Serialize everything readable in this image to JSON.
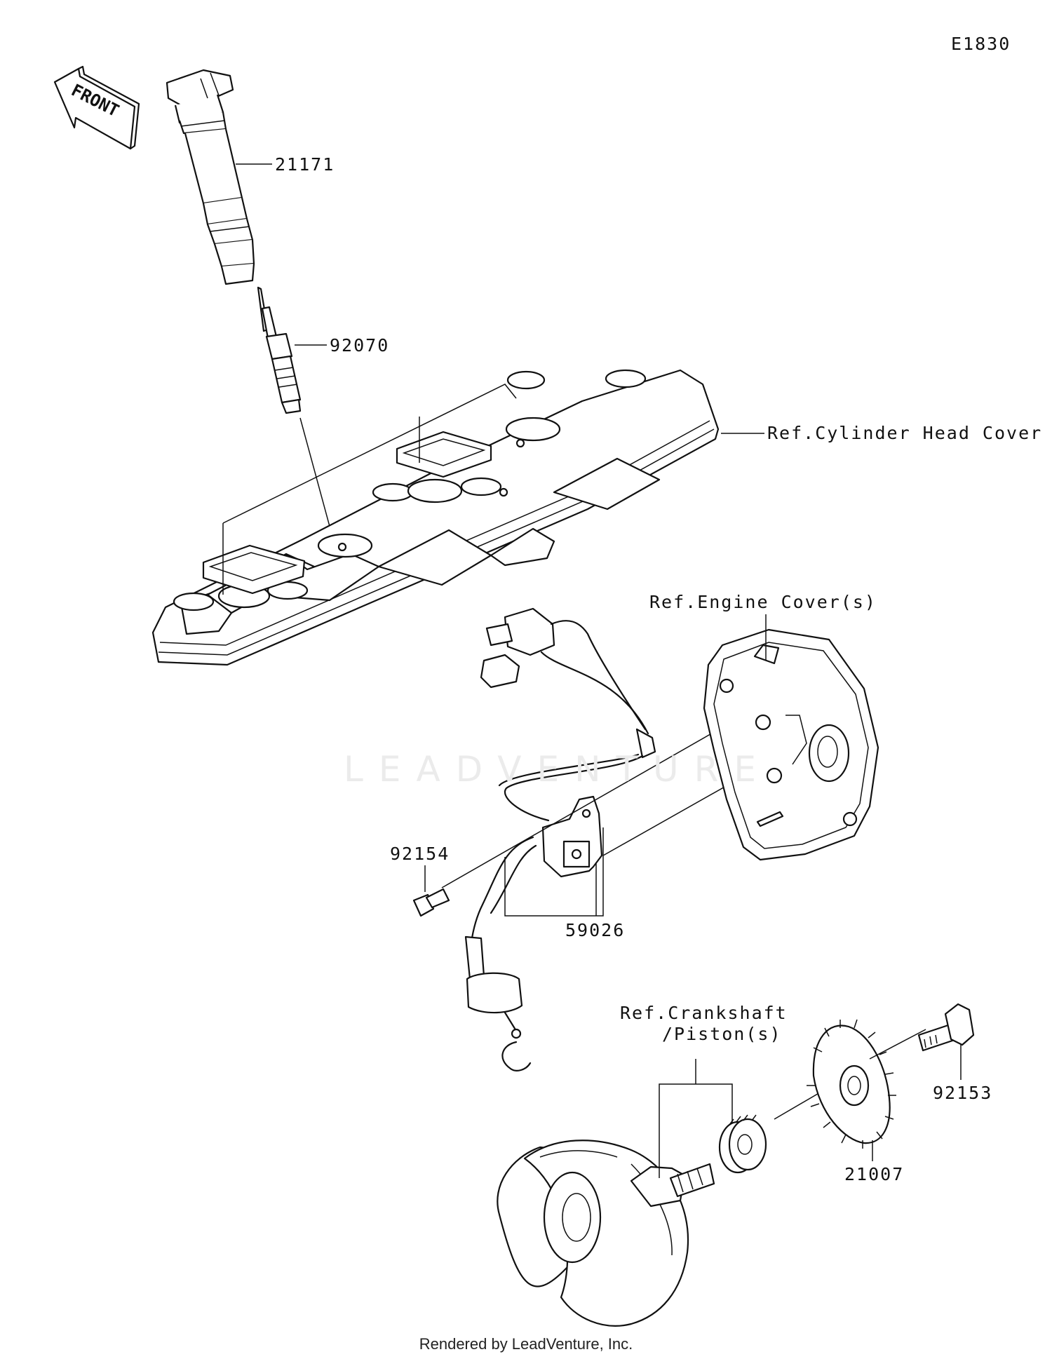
{
  "diagram_code": "E1830",
  "front_arrow": {
    "text": "FRONT",
    "icon": "front-direction-arrow-icon"
  },
  "watermark": "LEADVENTURE",
  "footer": "Rendered by LeadVenture, Inc.",
  "labels": {
    "ignition_coil": "21171",
    "spark_plug": "92070",
    "cylinder_head_cover": "Ref.Cylinder Head Cover",
    "engine_cover": "Ref.Engine Cover(s)",
    "bolt_92154": "92154",
    "pickup_coil": "59026",
    "crankshaft_line1": "Ref.Crankshaft",
    "crankshaft_line2": "/Piston(s)",
    "bolt_92153": "92153",
    "timing_rotor": "21007"
  }
}
